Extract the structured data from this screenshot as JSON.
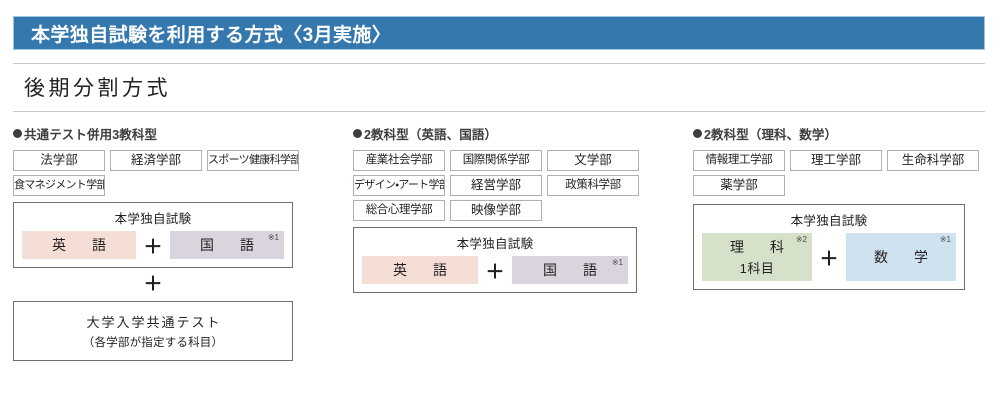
{
  "header": {
    "title": "本学独自試験を利用する方式〈3月実施〉",
    "bar_color": "#3478ad"
  },
  "subtitle": "後期分割方式",
  "columns": [
    {
      "heading": "共通テスト併用3教科型",
      "faculty_rows": [
        [
          "法学部",
          "経済学部",
          "スポーツ健康科学部"
        ],
        [
          "食マネジメント学部"
        ]
      ],
      "exam_panel": {
        "title": "本学独自試験",
        "subjects": [
          {
            "label": "英　語",
            "note": "",
            "color": "#f4ded6"
          },
          {
            "label": "国　語",
            "note": "※1",
            "color": "#d9d4de"
          }
        ],
        "operator": "＋"
      },
      "stack_operator": "＋",
      "common_test": {
        "line1": "大学入学共通テスト",
        "line2": "（各学部が指定する科目）"
      }
    },
    {
      "heading": "2教科型（英語、国語）",
      "faculty_rows": [
        [
          "産業社会学部",
          "国際関係学部",
          "文学部"
        ],
        [
          "デザイン・アート学部",
          "経営学部",
          "政策科学部"
        ],
        [
          "総合心理学部",
          "映像学部"
        ]
      ],
      "exam_panel": {
        "title": "本学独自試験",
        "subjects": [
          {
            "label": "英　語",
            "note": "",
            "color": "#f4ded6"
          },
          {
            "label": "国　語",
            "note": "※1",
            "color": "#d9d4de"
          }
        ],
        "operator": "＋"
      }
    },
    {
      "heading": "2教科型（理科、数学）",
      "faculty_rows": [
        [
          "情報理工学部",
          "理工学部",
          "生命科学部"
        ],
        [
          "薬学部"
        ]
      ],
      "exam_panel": {
        "title": "本学独自試験",
        "subjects": [
          {
            "label": "理　科",
            "label2": "1科目",
            "note": "※2",
            "color": "#d6e1c9"
          },
          {
            "label": "数　学",
            "note": "※1",
            "color": "#cfe2ef"
          }
        ],
        "operator": "＋"
      }
    }
  ]
}
